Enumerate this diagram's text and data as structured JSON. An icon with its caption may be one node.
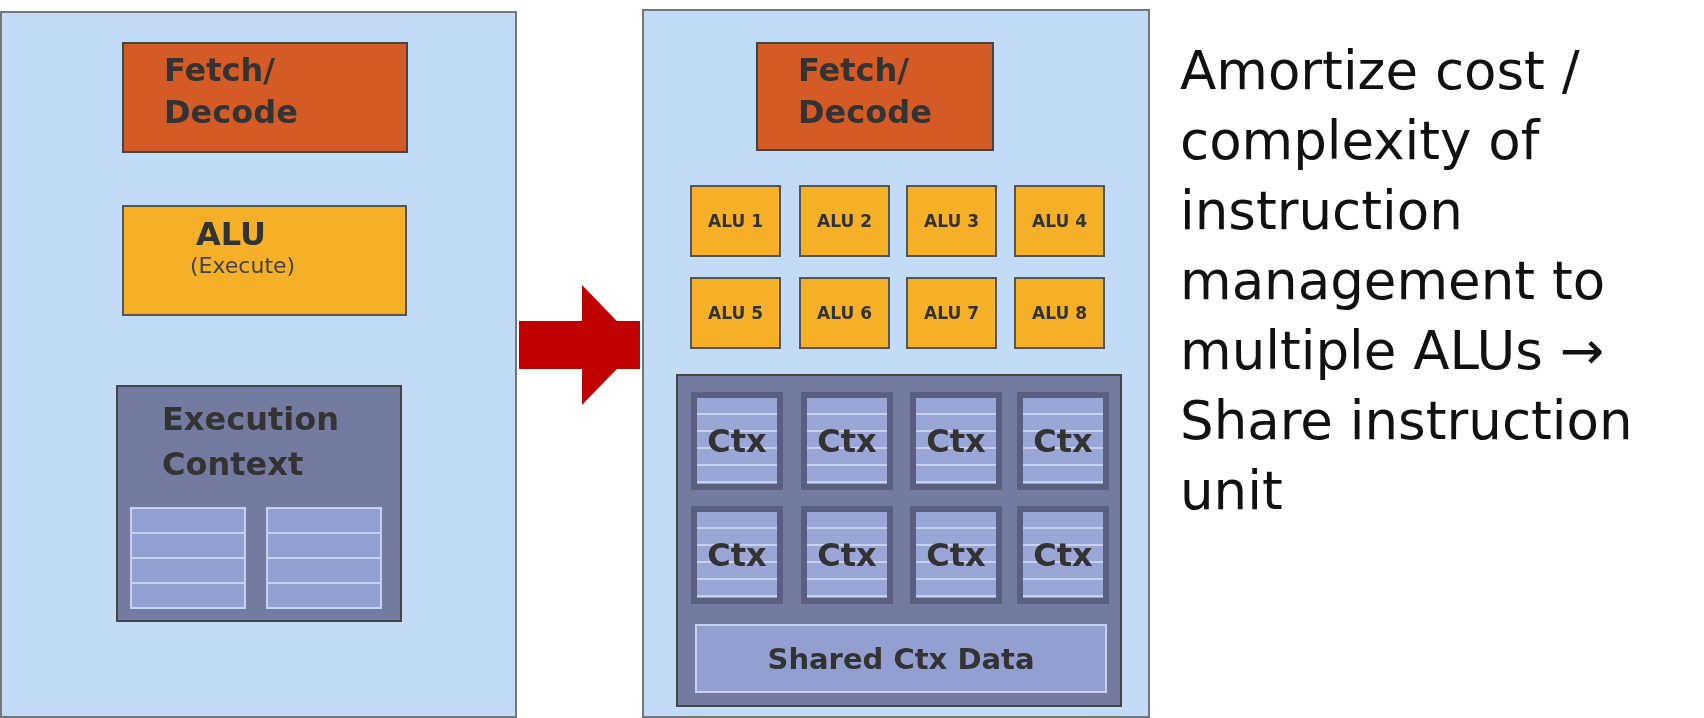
{
  "diagram": {
    "nodes": [
      {
        "text": [],
        "shape": "box"
      },
      {
        "text": [
          "Fetch/ Decode"
        ],
        "in": 0
      },
      {
        "text": [
          "ALU",
          "(Execute)"
        ],
        "in": 0
      },
      {
        "text": [
          "Execution Context"
        ],
        "in": 0
      },
      {
        "text": [],
        "shape": "box"
      },
      {
        "text": [
          "Fetch/ Decode"
        ],
        "in": 4
      },
      {
        "text": [
          "ALU 1"
        ],
        "in": 4
      },
      {
        "text": [
          "ALU 2"
        ],
        "in": 4
      },
      {
        "text": [
          "ALU 3"
        ],
        "in": 4
      },
      {
        "text": [
          "ALU 4"
        ],
        "in": 4
      },
      {
        "text": [
          "ALU 5"
        ],
        "in": 4
      },
      {
        "text": [
          "ALU 6"
        ],
        "in": 4
      },
      {
        "text": [
          "ALU 7"
        ],
        "in": 4
      },
      {
        "text": [
          "ALU 8"
        ],
        "in": 4
      },
      {
        "text": [],
        "shape": "box",
        "in": 4
      },
      {
        "text": [
          "Ctx"
        ],
        "in": 14
      },
      {
        "text": [
          "Ctx"
        ],
        "in": 14
      },
      {
        "text": [
          "Ctx"
        ],
        "in": 14
      },
      {
        "text": [
          "Ctx"
        ],
        "in": 14
      },
      {
        "text": [
          "Ctx"
        ],
        "in": 14
      },
      {
        "text": [
          "Ctx"
        ],
        "in": 14
      },
      {
        "text": [
          "Ctx"
        ],
        "in": 14
      },
      {
        "text": [
          "Ctx"
        ],
        "in": 14
      },
      {
        "text": [
          "Shared Ctx Data"
        ],
        "in": 14
      }
    ],
    "edges": [
      {
        "from": 0,
        "to": 4,
        "arrow": "to",
        "color": "#c00000"
      }
    ],
    "labels": [
      "Amortize cost / complexity of instruction management to multiple ALUs → Share instruction unit"
    ]
  }
}
